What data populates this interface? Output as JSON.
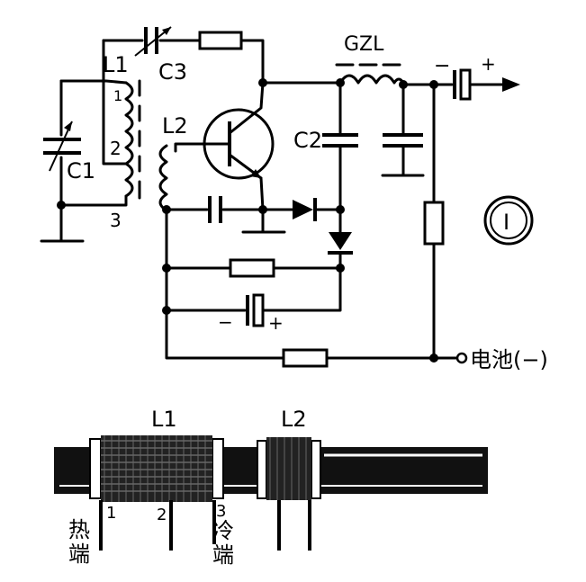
{
  "labels": {
    "L1": "L1",
    "L1_sub": "1",
    "C3": "C3",
    "C3_sub": "3",
    "L2": "L2",
    "L2_sub": "2",
    "C1": "C1",
    "C1_sub": "1",
    "C2": "C2",
    "C2_sub": "2",
    "GZL": "GZL",
    "tap1": "1",
    "tap2": "2",
    "tap3": "3",
    "minus_top": "−",
    "plus_top": "+",
    "minus_mid": "−",
    "plus_mid": "+",
    "meter": "I",
    "battery": "电池(−)",
    "coil_L1": "L1",
    "coil_L1_sub": "1",
    "coil_L2": "L2",
    "coil_L2_sub": "2",
    "pin1": "1",
    "pin2": "2",
    "pin3": "3",
    "hot_1": "热",
    "hot_2": "端",
    "cold_1": "冷",
    "cold_2": "端"
  }
}
